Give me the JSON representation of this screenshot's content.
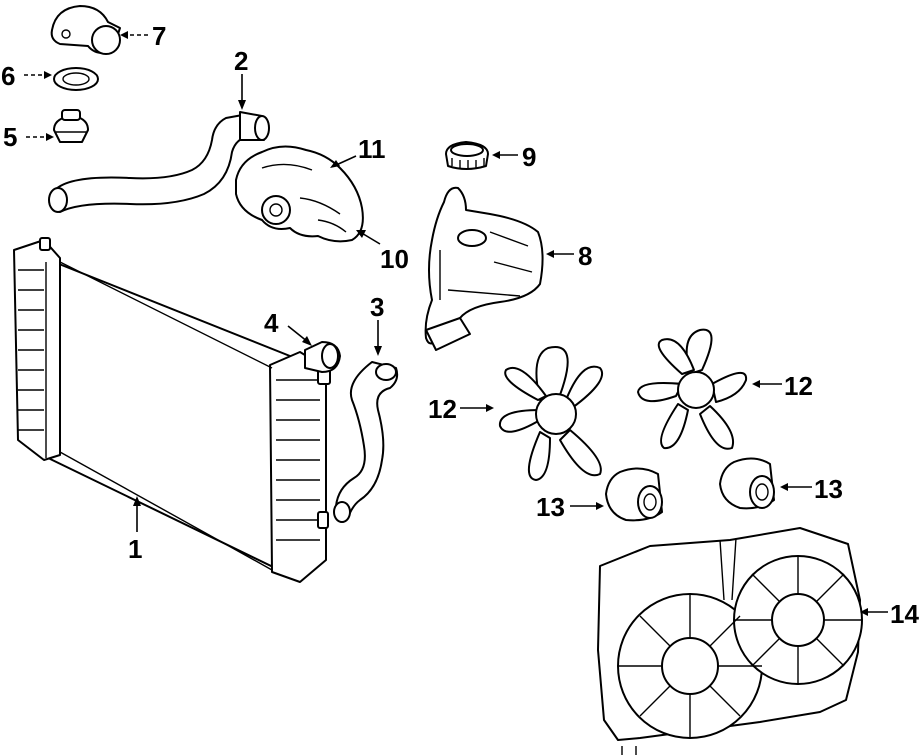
{
  "callouts": [
    {
      "id": "c1",
      "text": "1",
      "part": "radiator"
    },
    {
      "id": "c2",
      "text": "2",
      "part": "upper-hose"
    },
    {
      "id": "c3",
      "text": "3",
      "part": "lower-hose"
    },
    {
      "id": "c4",
      "text": "4",
      "part": "radiator-outlet"
    },
    {
      "id": "c5",
      "text": "5",
      "part": "thermostat"
    },
    {
      "id": "c6",
      "text": "6",
      "part": "gasket"
    },
    {
      "id": "c7",
      "text": "7",
      "part": "thermostat-housing"
    },
    {
      "id": "c8",
      "text": "8",
      "part": "reservoir"
    },
    {
      "id": "c9",
      "text": "9",
      "part": "reservoir-cap"
    },
    {
      "id": "c10",
      "text": "10",
      "part": "water-pump-gasket"
    },
    {
      "id": "c11",
      "text": "11",
      "part": "water-pump"
    },
    {
      "id": "c12a",
      "text": "12",
      "part": "fan-blade-left"
    },
    {
      "id": "c12b",
      "text": "12",
      "part": "fan-blade-right"
    },
    {
      "id": "c13a",
      "text": "13",
      "part": "fan-motor-left"
    },
    {
      "id": "c13b",
      "text": "13",
      "part": "fan-motor-right"
    },
    {
      "id": "c14",
      "text": "14",
      "part": "fan-shroud"
    }
  ]
}
